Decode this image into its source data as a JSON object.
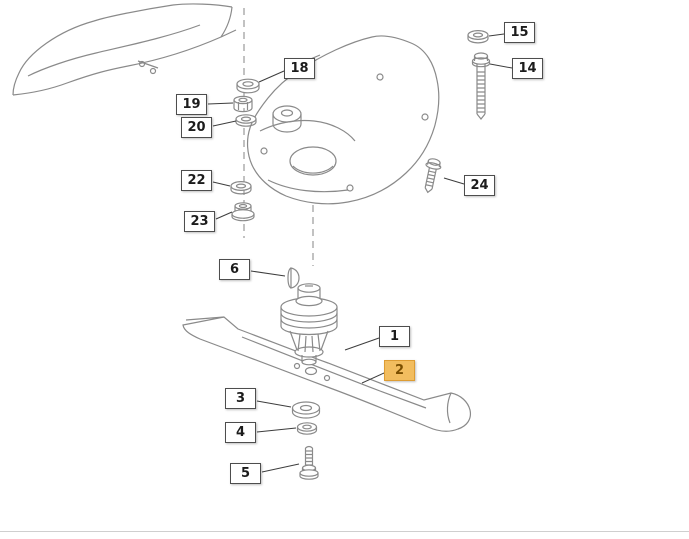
{
  "diagram": {
    "type": "exploded-parts-diagram",
    "selected_callout": "2",
    "highlight_color": "#f2bd5f",
    "callouts": [
      {
        "id": "1"
      },
      {
        "id": "2"
      },
      {
        "id": "3"
      },
      {
        "id": "4"
      },
      {
        "id": "5"
      },
      {
        "id": "6"
      },
      {
        "id": "14"
      },
      {
        "id": "15"
      },
      {
        "id": "18"
      },
      {
        "id": "19"
      },
      {
        "id": "20"
      },
      {
        "id": "22"
      },
      {
        "id": "23"
      },
      {
        "id": "24"
      }
    ]
  }
}
